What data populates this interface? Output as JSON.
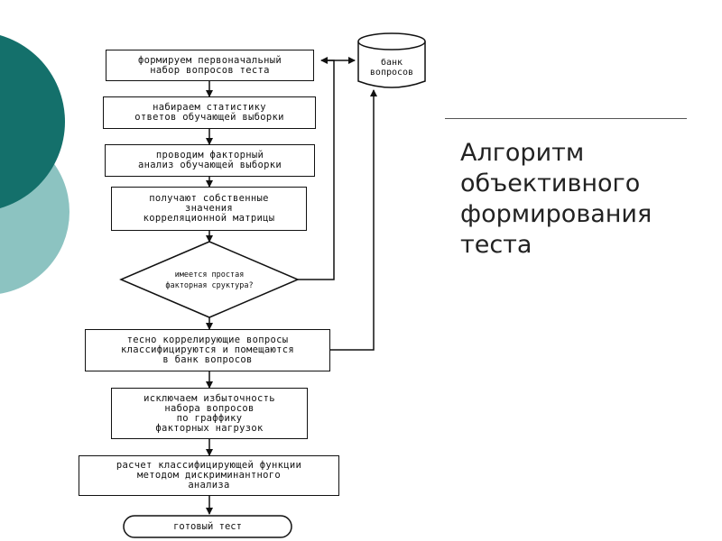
{
  "slide": {
    "title_lines": [
      "Алгоритм",
      "объективного",
      "формирования",
      "теста"
    ],
    "colors": {
      "dark_teal": "#14706b",
      "light_teal": "#8cc3c1",
      "line": "#111111"
    }
  },
  "flowchart": {
    "bank": {
      "lines": [
        "банк",
        "вопросов"
      ]
    },
    "steps": [
      {
        "lines": [
          "формируем первоначальный",
          "набор вопросов теста"
        ]
      },
      {
        "lines": [
          "набираем статистику",
          "ответов обучающей выборки"
        ]
      },
      {
        "lines": [
          "проводим факторный",
          "анализ обучающей выборки"
        ]
      },
      {
        "lines": [
          "получают собственные",
          "значения",
          "корреляционной матрицы"
        ]
      },
      {
        "lines": [
          "тесно коррелирующие вопросы",
          "классифицируются и помещаются",
          "в банк вопросов"
        ]
      },
      {
        "lines": [
          "исключаем избыточность",
          "набора вопросов",
          "по граффику",
          "факторных нагрузок"
        ]
      },
      {
        "lines": [
          "расчет классифицирующей функции",
          "методом дискриминантного",
          "анализа"
        ]
      }
    ],
    "decision": {
      "lines": [
        "имеется простая",
        "факторная сруктура?"
      ]
    },
    "terminal": {
      "label": "готовый тест"
    }
  }
}
